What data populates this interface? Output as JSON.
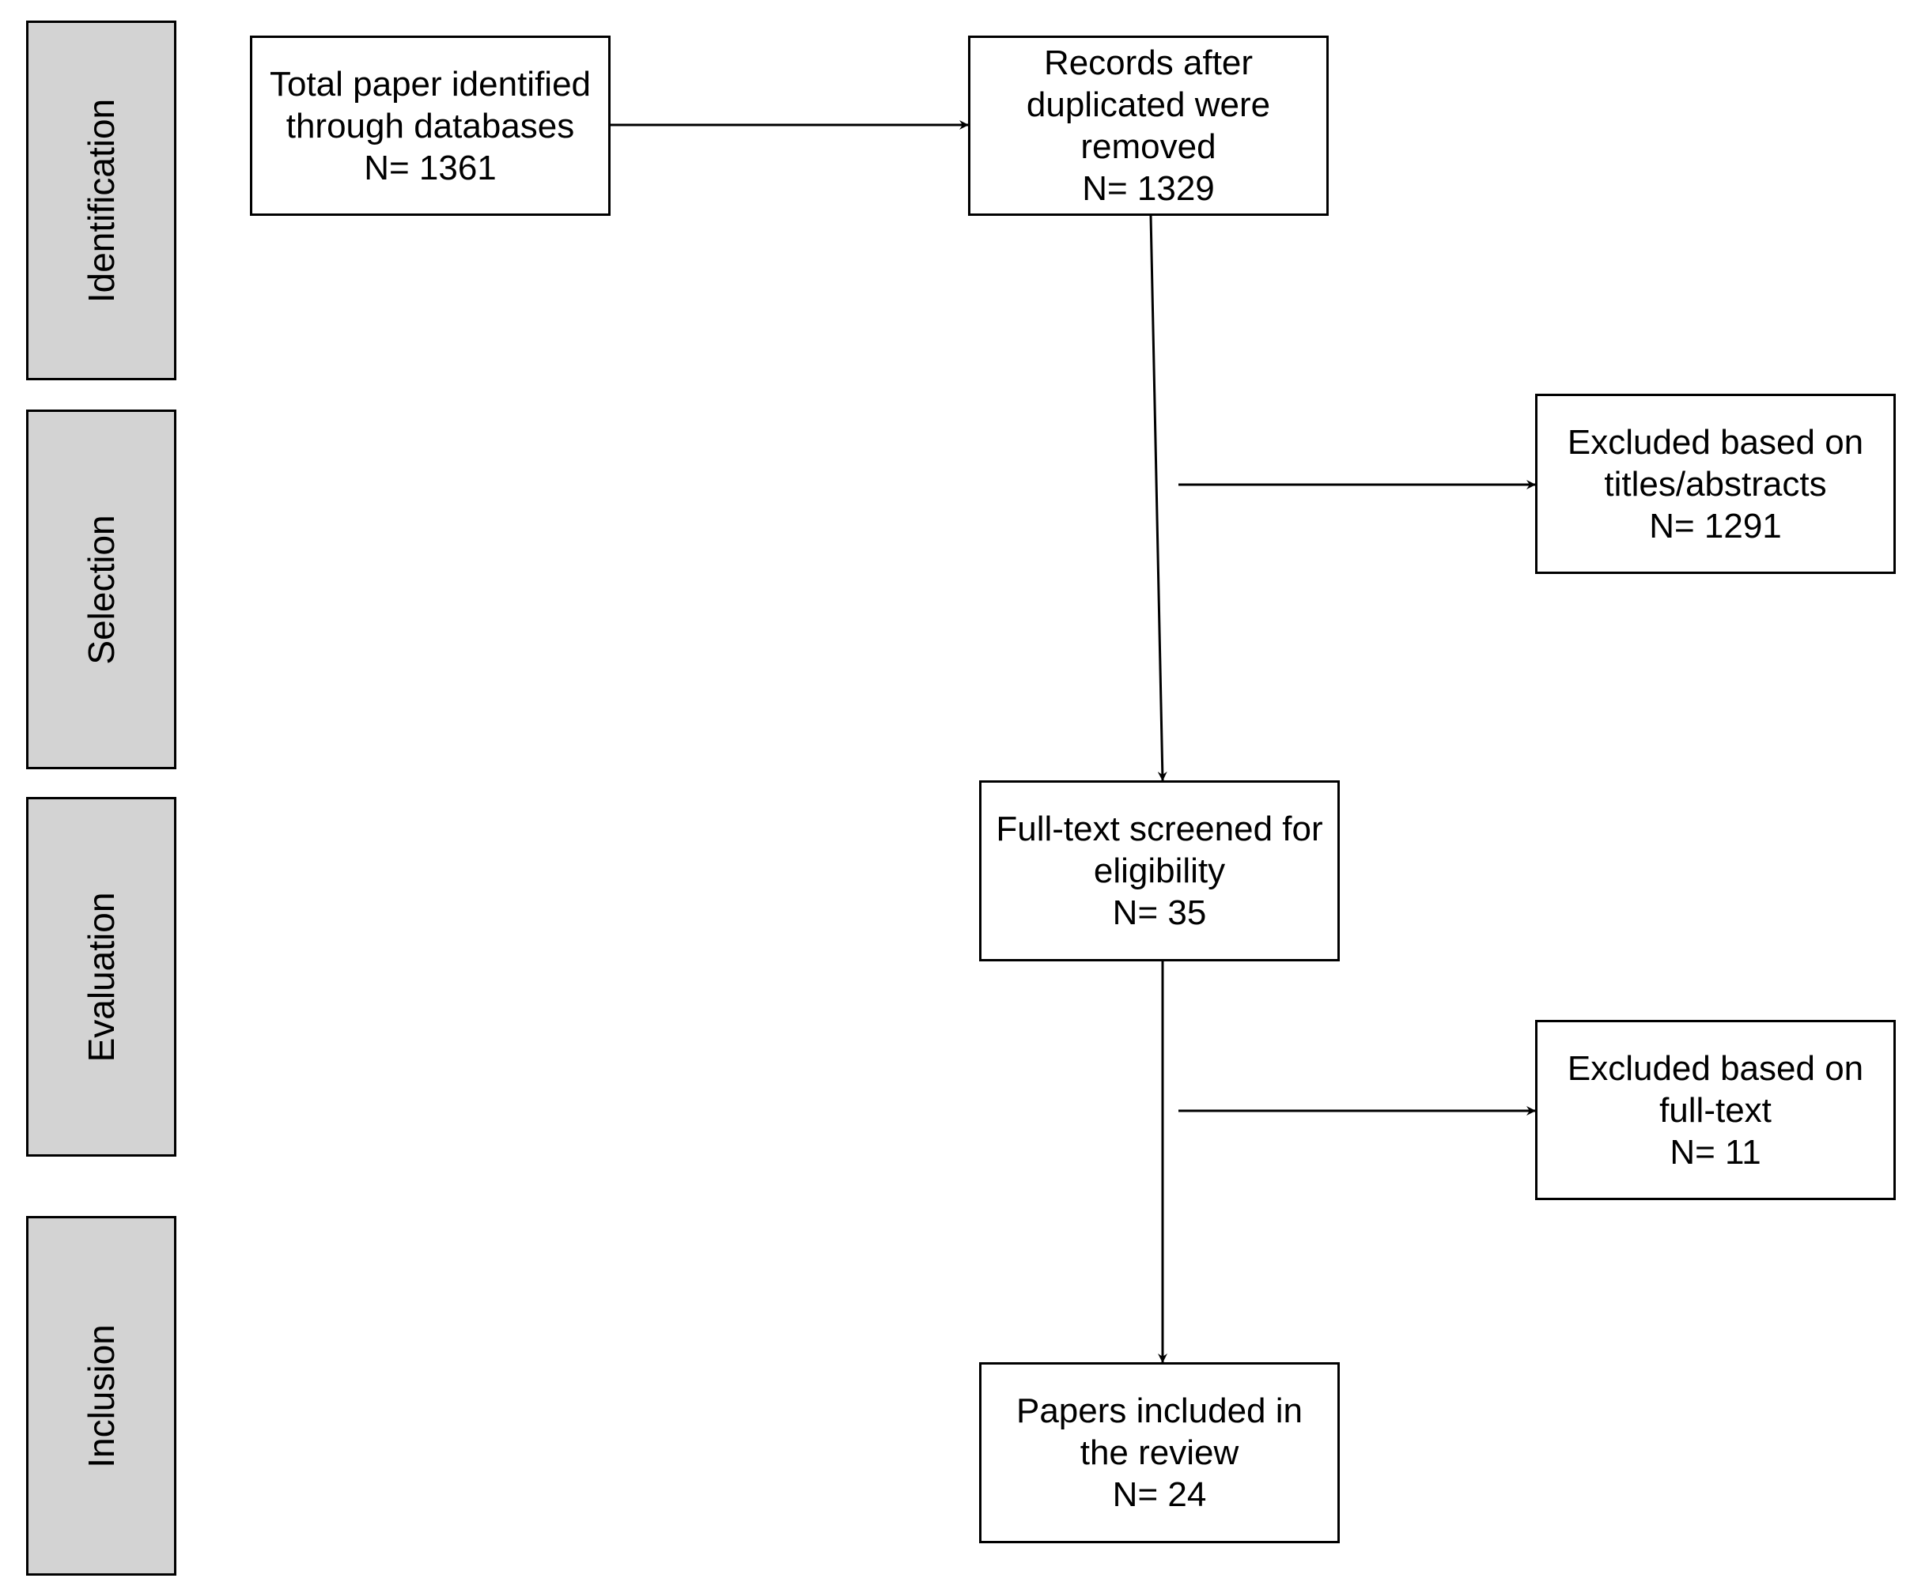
{
  "phases": [
    {
      "label": "Identification"
    },
    {
      "label": "Selection"
    },
    {
      "label": "Evaluation"
    },
    {
      "label": "Inclusion"
    }
  ],
  "boxes": {
    "identified": {
      "title": "Total paper identified\nthrough databases",
      "count": "N= 1361"
    },
    "deduplicated": {
      "title": "Records after\nduplicated were\nremoved",
      "count": "N= 1329"
    },
    "excluded_titles": {
      "title": "Excluded based on\ntitles/abstracts",
      "count": "N= 1291"
    },
    "fulltext_screened": {
      "title": "Full-text screened for\neligibility",
      "count": "N= 35"
    },
    "excluded_fulltext": {
      "title": "Excluded based on\nfull-text",
      "count": "N= 11"
    },
    "included": {
      "title": "Papers included in\nthe review",
      "count": "N= 24"
    }
  },
  "colors": {
    "phase_fill": "#d3d3d3",
    "box_fill": "#ffffff",
    "stroke": "#000000"
  }
}
